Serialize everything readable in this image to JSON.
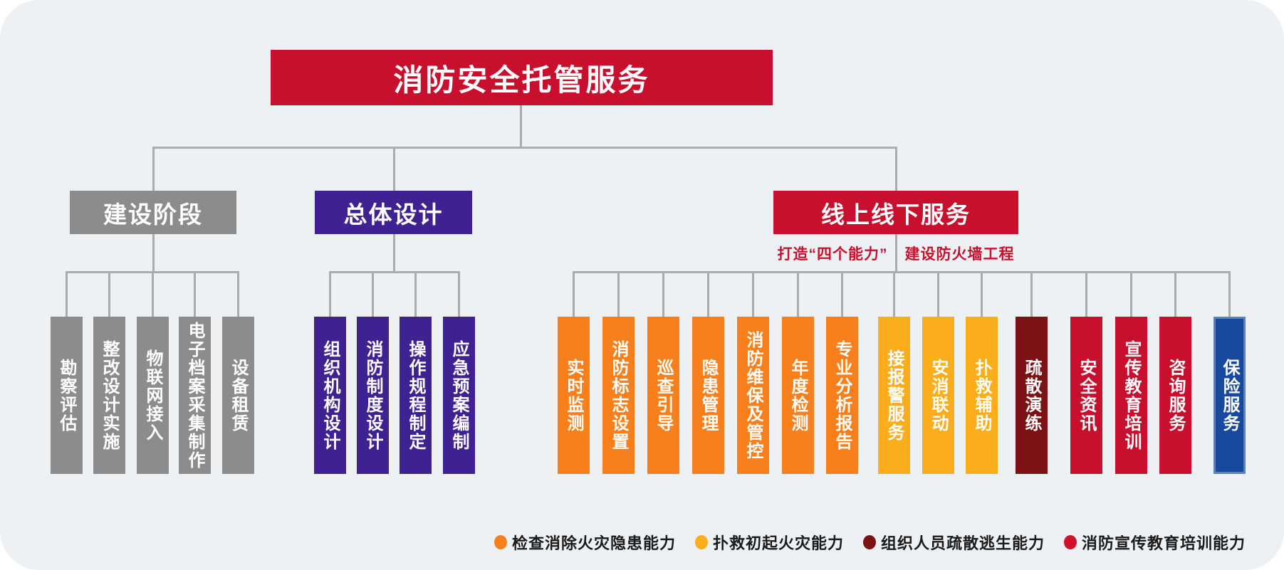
{
  "title": "消防安全托管服务",
  "branches": [
    {
      "label": "建设阶段",
      "color_key": "gray",
      "children": [
        {
          "label": "勘察评估",
          "color_key": "gray"
        },
        {
          "label": "整改设计实施",
          "color_key": "gray"
        },
        {
          "label": "物联网接入",
          "color_key": "gray"
        },
        {
          "label": "电子档案采集制作",
          "color_key": "gray"
        },
        {
          "label": "设备租赁",
          "color_key": "gray"
        }
      ]
    },
    {
      "label": "总体设计",
      "color_key": "purple",
      "children": [
        {
          "label": "组织机构设计",
          "color_key": "purple"
        },
        {
          "label": "消防制度设计",
          "color_key": "purple"
        },
        {
          "label": "操作规程制定",
          "color_key": "purple"
        },
        {
          "label": "应急预案编制",
          "color_key": "purple"
        }
      ]
    },
    {
      "label": "线上线下服务",
      "color_key": "red",
      "subtitle_left": "打造“四个能力”",
      "subtitle_right": "建设防火墙工程",
      "children": [
        {
          "label": "实时监测",
          "color_key": "orange"
        },
        {
          "label": "消防标志设置",
          "color_key": "orange"
        },
        {
          "label": "巡查引导",
          "color_key": "orange"
        },
        {
          "label": "隐患管理",
          "color_key": "orange"
        },
        {
          "label": "消防维保及管控",
          "color_key": "orange"
        },
        {
          "label": "年度检测",
          "color_key": "orange"
        },
        {
          "label": "专业分析报告",
          "color_key": "orange"
        },
        {
          "label": "接报警服务",
          "color_key": "amber"
        },
        {
          "label": "安消联动",
          "color_key": "amber"
        },
        {
          "label": "扑救辅助",
          "color_key": "amber"
        },
        {
          "label": "疏散演练",
          "color_key": "maroon"
        },
        {
          "label": "安全资讯",
          "color_key": "red"
        },
        {
          "label": "宣传教育培训",
          "color_key": "red"
        },
        {
          "label": "咨询服务",
          "color_key": "red"
        },
        {
          "label": "保险服务",
          "color_key": "blue"
        }
      ]
    }
  ],
  "legend": [
    {
      "label": "检查消除火灾隐患能力",
      "color_key": "orange"
    },
    {
      "label": "扑救初起火灾能力",
      "color_key": "amber"
    },
    {
      "label": "组织人员疏散逃生能力",
      "color_key": "maroon"
    },
    {
      "label": "消防宣传教育培训能力",
      "color_key": "red_legend"
    }
  ],
  "colors": {
    "gray": "#8C8C8C",
    "purple": "#3F2191",
    "red": "#C8102E",
    "orange": "#F8801C",
    "amber": "#FBAD1B",
    "maroon": "#7D1215",
    "blue": "#17499C",
    "blue_border": "#5E81B8",
    "red_legend": "#D0112E",
    "connector": "#ACACAC",
    "panel_bg": "#EDF1F4",
    "subtitle_text": "#C8102E",
    "legend_text": "#1A1A1A"
  }
}
